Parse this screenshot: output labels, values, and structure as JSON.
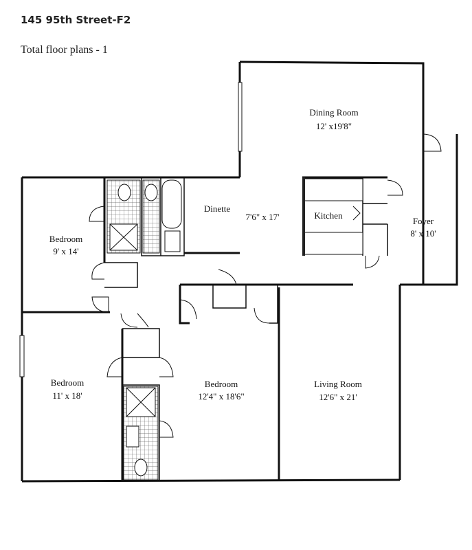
{
  "header": {
    "title": "145 95th Street-F2",
    "subtitle": "Total floor plans - 1"
  },
  "rooms": {
    "dining": {
      "name": "Dining Room",
      "dims": "12' x19'8\""
    },
    "dinette": {
      "name": "Dinette",
      "dims": "7'6\" x 17'"
    },
    "kitchen": {
      "name": "Kitchen"
    },
    "foyer": {
      "name": "Foyer",
      "dims": "8' x 10'"
    },
    "bedroom1": {
      "name": "Bedroom",
      "dims": "9' x 14'"
    },
    "bedroom2": {
      "name": "Bedroom",
      "dims": "11' x 18'"
    },
    "bedroom3": {
      "name": "Bedroom",
      "dims": "12'4\" x 18'6\""
    },
    "living": {
      "name": "Living Room",
      "dims": "12'6\" x 21'"
    }
  },
  "colors": {
    "line": "#111111",
    "background": "#ffffff",
    "counter": "#555555"
  }
}
